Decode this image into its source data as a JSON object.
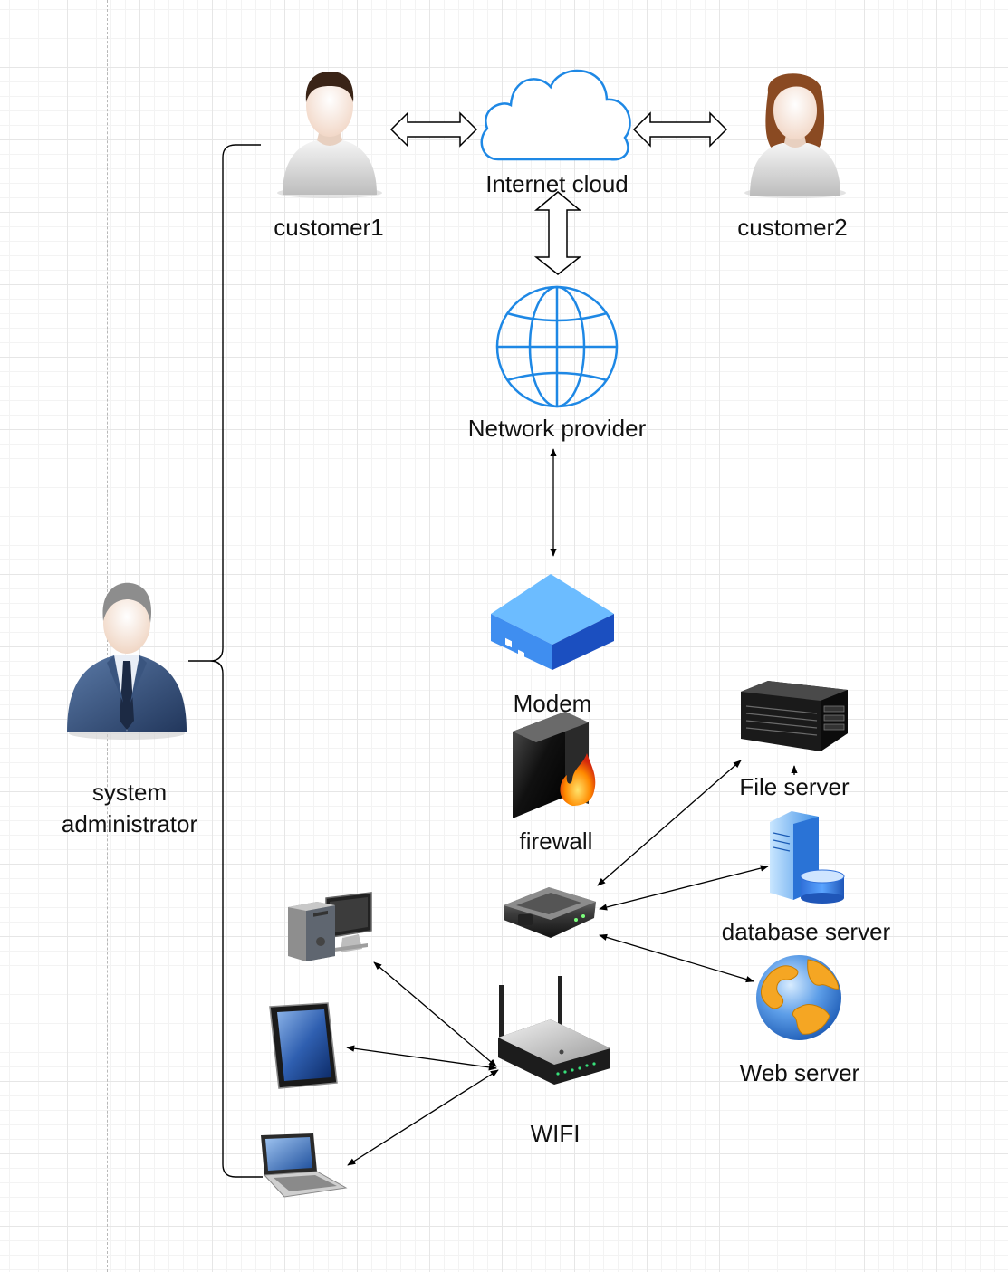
{
  "nodes": {
    "customer1": {
      "label": "customer1",
      "icon": "male-user-icon"
    },
    "customer2": {
      "label": "customer2",
      "icon": "female-user-icon"
    },
    "internet_cloud": {
      "label": "Internet cloud",
      "icon": "cloud-icon"
    },
    "network_provider": {
      "label": "Network provider",
      "icon": "globe-icon"
    },
    "modem": {
      "label": "Modem",
      "icon": "modem-icon"
    },
    "firewall": {
      "label": "firewall",
      "icon": "firewall-icon"
    },
    "router": {
      "icon": "router-icon"
    },
    "file_server": {
      "label": "File server",
      "icon": "rack-server-icon"
    },
    "database_server": {
      "label": "database server",
      "icon": "database-server-icon"
    },
    "web_server": {
      "label": "Web server",
      "icon": "web-globe-icon"
    },
    "wifi": {
      "label": "WIFI",
      "icon": "wifi-router-icon"
    },
    "desktop": {
      "icon": "desktop-computer-icon"
    },
    "tablet": {
      "icon": "tablet-icon"
    },
    "laptop": {
      "icon": "laptop-icon"
    },
    "system_administrator": {
      "label": "system\nadministrator",
      "icon": "admin-user-icon"
    }
  },
  "colors": {
    "cloud_stroke": "#1e88e5",
    "globe_stroke": "#1e88e5",
    "modem_top": "#66b8ff",
    "modem_front": "#1a56c4",
    "connector": "#000000"
  }
}
